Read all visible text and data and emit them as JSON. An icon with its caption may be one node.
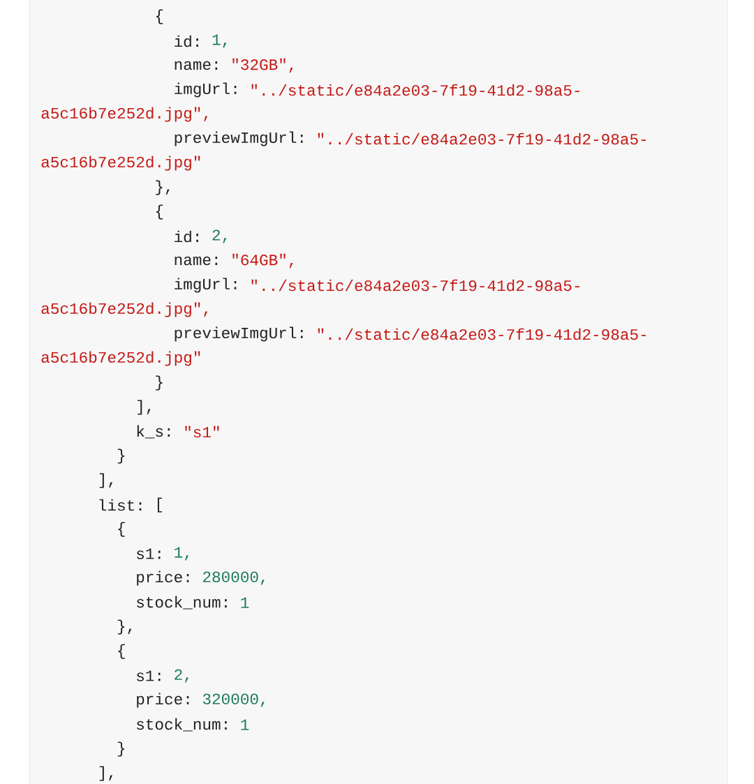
{
  "diagram": {
    "labels": [
      "{",
      "id:",
      "1,",
      "name:",
      "\"32GB\",",
      "imgUrl:",
      "\"../static/e84a2e03-7f19-41d2-98a5-",
      "a5c16b7e252d.jpg\",",
      "previewImgUrl:",
      "\"../static/e84a2e03-7f19-41d2-98a5-",
      "a5c16b7e252d.jpg\"",
      "},",
      "{",
      "id:",
      "2,",
      "name:",
      "\"64GB\",",
      "imgUrl:",
      "\"../static/e84a2e03-7f19-41d2-98a5-",
      "a5c16b7e252d.jpg\",",
      "previewImgUrl:",
      "\"../static/e84a2e03-7f19-41d2-98a5-",
      "a5c16b7e252d.jpg\"",
      "}",
      "],",
      "k_s:",
      "\"s1\"",
      "}",
      "],",
      "list:",
      "[",
      "{",
      "s1:",
      "1,",
      "price:",
      "280000,",
      "stock_num:",
      "1",
      "},",
      "{",
      "s1:",
      "2,",
      "price:",
      "320000,",
      "stock_num:",
      "1",
      "}",
      "],"
    ]
  }
}
